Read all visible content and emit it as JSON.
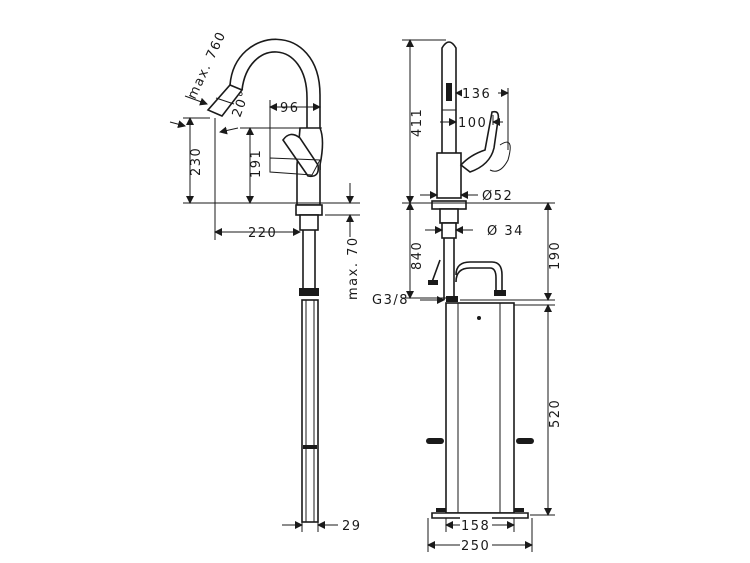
{
  "side_view": {
    "max_reach": "max. 760",
    "angle": "20°",
    "dim_96": "96",
    "dim_230": "230",
    "dim_191": "191",
    "dim_220": "220",
    "max_70": "max. 70",
    "dim_29": "29"
  },
  "front_view": {
    "dim_411": "411",
    "dim_136": "136",
    "dim_100": "100",
    "dia_52": "Ø52",
    "dia_34": "Ø 34",
    "dim_840": "840",
    "dim_190": "190",
    "thread": "G3/8",
    "dim_520": "520",
    "dim_158": "158",
    "dim_250": "250"
  }
}
